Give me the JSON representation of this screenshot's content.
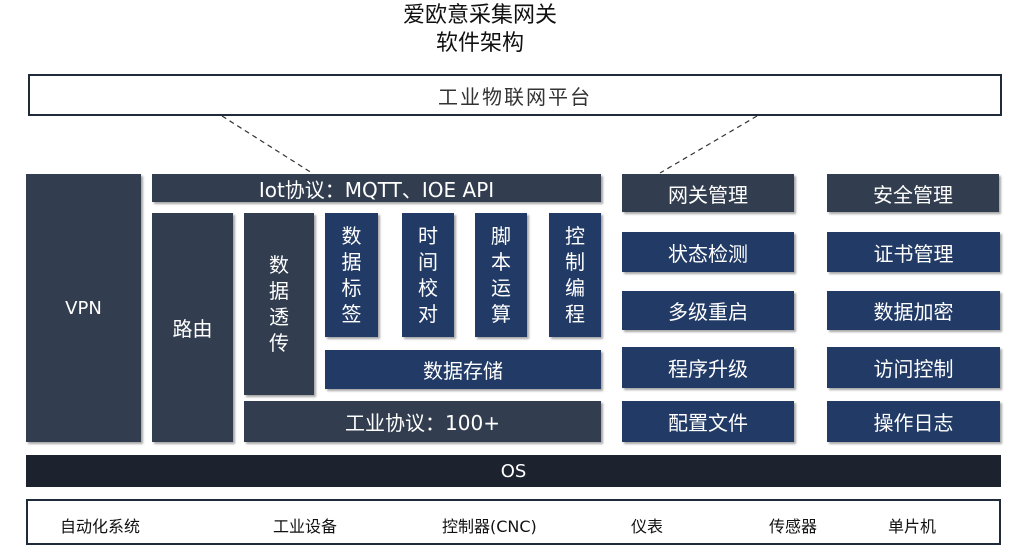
{
  "title": {
    "line1": "爱欧意采集网关",
    "line2": "软件架构"
  },
  "platform": "工业物联网平台",
  "vpn": "VPN",
  "routing": "路由",
  "iot_protocol": "Iot协议：MQTT、IOE API",
  "passthrough": [
    "数",
    "据",
    "透",
    "传"
  ],
  "modules": {
    "tags": [
      "数",
      "据",
      "标",
      "签"
    ],
    "time": [
      "时",
      "间",
      "校",
      "对"
    ],
    "script": [
      "脚",
      "本",
      "运",
      "算"
    ],
    "control": [
      "控",
      "制",
      "编",
      "程"
    ]
  },
  "storage": "数据存储",
  "industrial_protocol": "工业协议：100+",
  "gateway_mgmt": {
    "header": "网关管理",
    "items": [
      "状态检测",
      "多级重启",
      "程序升级",
      "配置文件"
    ]
  },
  "security_mgmt": {
    "header": "安全管理",
    "items": [
      "证书管理",
      "数据加密",
      "访问控制",
      "操作日志"
    ]
  },
  "os": "OS",
  "devices": [
    "自动化系统",
    "工业设备",
    "控制器(CNC)",
    "仪表",
    "传感器",
    "单片机"
  ]
}
